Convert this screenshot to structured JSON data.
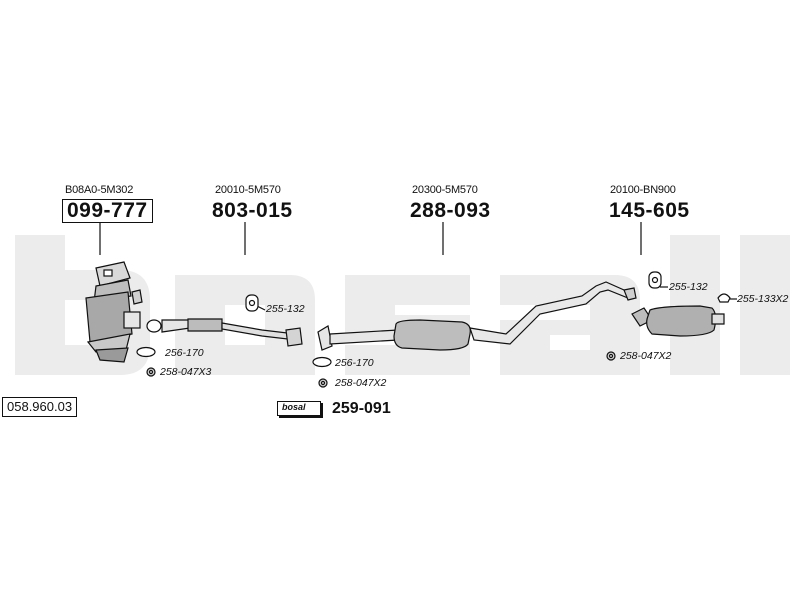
{
  "diagram_id": "058.960.03",
  "watermark": "bosal",
  "components": [
    {
      "name": "catalytic-converter",
      "oem_number": "B08A0-5M302",
      "part_number": "099-777"
    },
    {
      "name": "front-pipe",
      "oem_number": "20010-5M570",
      "part_number": "803-015"
    },
    {
      "name": "middle-silencer",
      "oem_number": "20300-5M570",
      "part_number": "288-093"
    },
    {
      "name": "rear-silencer",
      "oem_number": "20100-BN900",
      "part_number": "145-605"
    }
  ],
  "accessories": {
    "hanger_front": "255-132",
    "hanger_rear": "255-132",
    "hanger_clamp": "255-133X2",
    "gasket_cat": "256-170",
    "gasket_mid": "256-170",
    "nut_cat": "258-047X3",
    "nut_mid": "258-047X2",
    "nut_rear": "258-047X2"
  },
  "fitting_kit": {
    "brand": "bosal",
    "part_number": "259-091"
  }
}
